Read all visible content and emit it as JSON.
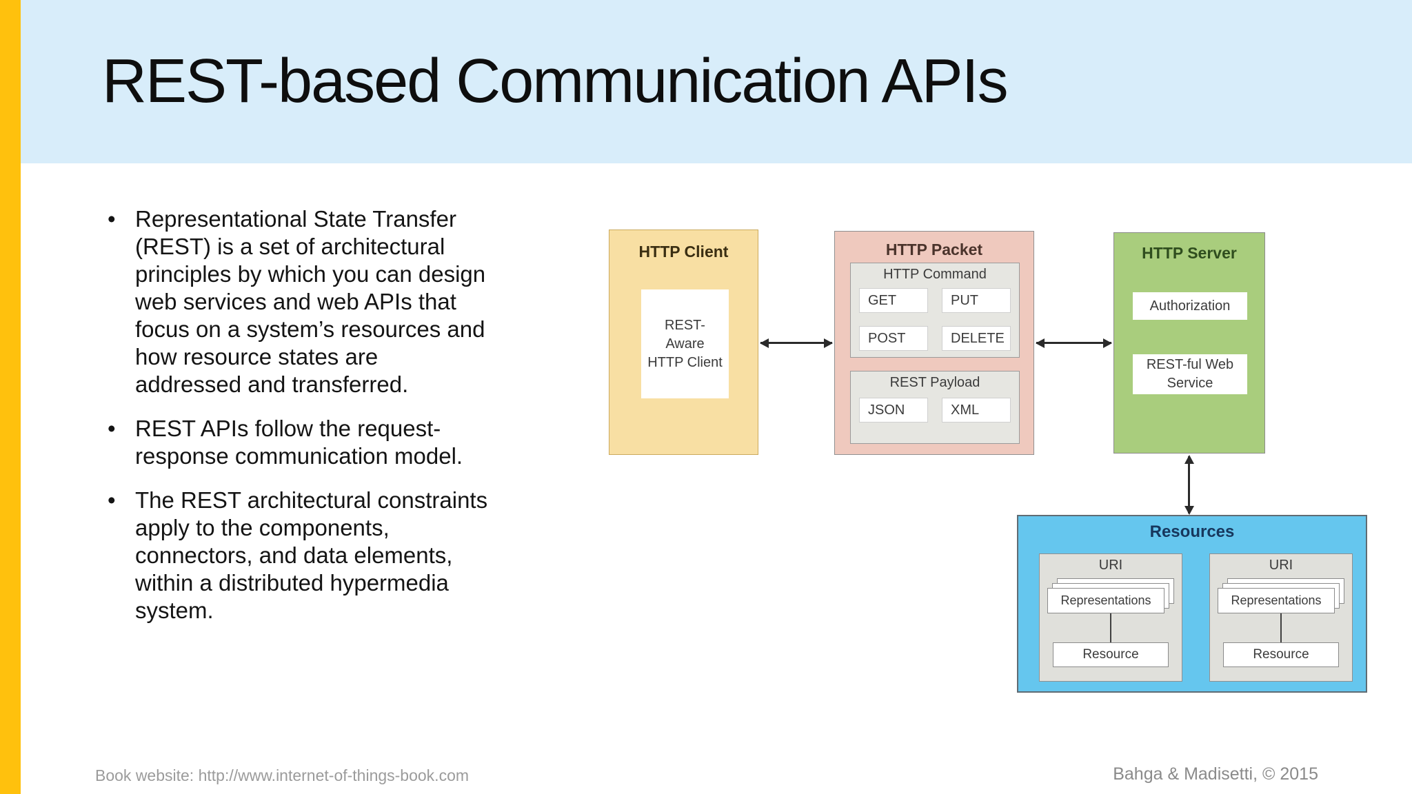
{
  "slide": {
    "title": "REST-based Communication APIs",
    "bullets": [
      {
        "text": "Representational State Transfer\n(REST) is a set of architectural\nprinciples by which you can design\nweb services and web APIs that\nfocus on a system’s resources and\nhow resource states are\naddressed and transferred."
      },
      {
        "text": "REST APIs follow the request-\nresponse communication model."
      },
      {
        "text": "The REST architectural constraints\napply to the components,\nconnectors, and data elements,\nwithin a distributed hypermedia\nsystem."
      }
    ],
    "footer": {
      "left": "Book website: http://www.internet-of-things-book.com",
      "right": "Bahga & Madisetti, © 2015"
    }
  },
  "diagram": {
    "http_client": {
      "title": "HTTP Client",
      "inner_box": "REST-\nAware\nHTTP Client"
    },
    "http_packet": {
      "title": "HTTP Packet",
      "command_panel": {
        "title": "HTTP Command",
        "cells": [
          "GET",
          "PUT",
          "POST",
          "DELETE"
        ]
      },
      "payload_panel": {
        "title": "REST Payload",
        "cells": [
          "JSON",
          "XML"
        ]
      }
    },
    "http_server": {
      "title": "HTTP Server",
      "boxes": [
        "Authorization",
        "REST-ful Web\nService"
      ]
    },
    "resources": {
      "title": "Resources",
      "uri_panels": [
        {
          "title": "URI",
          "stack_label": "Representations",
          "resource_label": "Resource"
        },
        {
          "title": "URI",
          "stack_label": "Representations",
          "resource_label": "Resource"
        }
      ]
    }
  },
  "colors": {
    "accent_stripe": "#FFC10D",
    "header_bg": "#D8EDFA",
    "client_fill": "#F8DFA3",
    "packet_fill": "#EFC9BE",
    "server_fill": "#A9CD7D",
    "resources_fill": "#65C6EE",
    "panel_fill": "#E6E6E1",
    "arrow": "#2A2A2A"
  }
}
